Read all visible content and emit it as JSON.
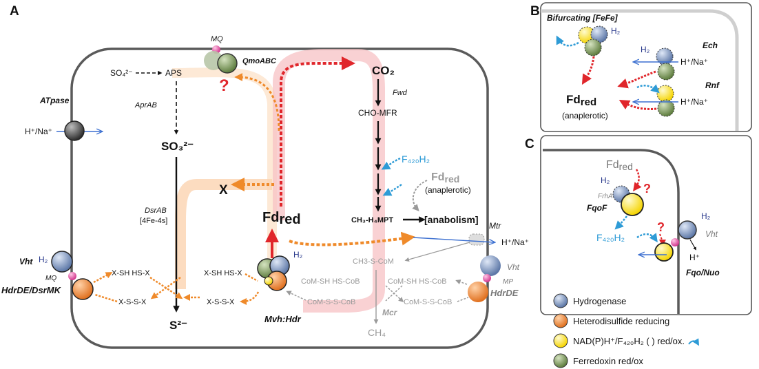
{
  "panels": {
    "a": "A",
    "b": "B",
    "c": "C"
  },
  "panel_a": {
    "mq_top": "MQ",
    "qmoabc": "QmoABC",
    "qmark": "?",
    "so4": "SO₄²⁻",
    "aps": "APS",
    "aprab": "AprAB",
    "so3": "SO₃²⁻",
    "dsrab": "DsrAB",
    "fe4s": "[4Fe-4s]",
    "s2": "S²⁻",
    "x": "X",
    "fdred": "Fd",
    "fdred_sub": "red",
    "co2": "CO₂",
    "fwd": "Fwd",
    "cho_mfr": "CHO-MFR",
    "f420h2": "F₄₂₀H₂",
    "fdred_gray": "Fd",
    "fdred_gray_sub": "red",
    "anaplerotic": "(anaplerotic)",
    "ch3_h4mpt": "CH₃-H₄MPT",
    "anabolism": "[anabolism]",
    "mtr": "Mtr",
    "h_na_right": "H⁺/Na⁺",
    "ch3_s_com": "CH3-S-CoM",
    "atpase": "ATpase",
    "h_na_left": "H⁺/Na⁺",
    "vht_left": "Vht",
    "h2_left": "H₂",
    "mq_left": "MQ",
    "hdrde_dsrmk": "HdrDE/DsrMK",
    "xsh_left": "X-SH HS-X",
    "xssx_left": "X-S-S-X",
    "xsh_mid": "X-SH HS-X",
    "xssx_mid": "X-S-S-X",
    "h2_mvh": "H₂",
    "mvh_hdr": "Mvh:Hdr",
    "com_sh_1": "CoM-SH HS-CoB",
    "com_ss_1": "CoM-S-S-CoB",
    "com_sh_2": "CoM-SH HS-CoB",
    "com_ss_2": "CoM-S-S-CoB",
    "mcr": "Mcr",
    "ch4": "CH₄",
    "vht_right": "Vht",
    "mp": "MP",
    "hdrde_right": "HdrDE"
  },
  "panel_b": {
    "bifurcating": "Bifurcating [FeFe]",
    "h2_bif": "H₂",
    "h2_ech": "H₂",
    "ech": "Ech",
    "h_na_ech": "H⁺/Na⁺",
    "rnf": "Rnf",
    "h_na_rnf": "H⁺/Na⁺",
    "fdred": "Fd",
    "fdred_sub": "red",
    "anaplerotic": "(anaplerotic)"
  },
  "panel_c": {
    "fdred": "Fd",
    "fdred_sub": "red",
    "h2_frh": "H₂",
    "frhag": "FrhAG",
    "fqof": "FqoF",
    "f420h2": "F₄₂₀H₂",
    "h2_vht": "H₂",
    "vht": "Vht",
    "hplus": "H⁺",
    "fqo_nuo": "Fqo/Nuo"
  },
  "legend": {
    "items": [
      {
        "label": "Hydrogenase",
        "color": "#7f96bf"
      },
      {
        "label": "Heterodisulfide reducing",
        "color": "#ef8a3a"
      },
      {
        "label": "NAD(P)H⁺/F₄₂₀H₂ (  ) red/ox.",
        "color": "#ffe81a"
      },
      {
        "label": "Ferredoxin red/ox",
        "color": "#7c9a5a"
      }
    ]
  },
  "colors": {
    "hydrogenase": "#7f96bf",
    "heterodisulfide": "#ef8a3a",
    "nadph": "#ffe81a",
    "ferredoxin": "#7c9a5a",
    "membrane_point": "#e85aa8",
    "red_arrow": "#e0262b",
    "orange_arrow": "#ef8a2a",
    "blue_arrow": "#2e9bd6"
  }
}
